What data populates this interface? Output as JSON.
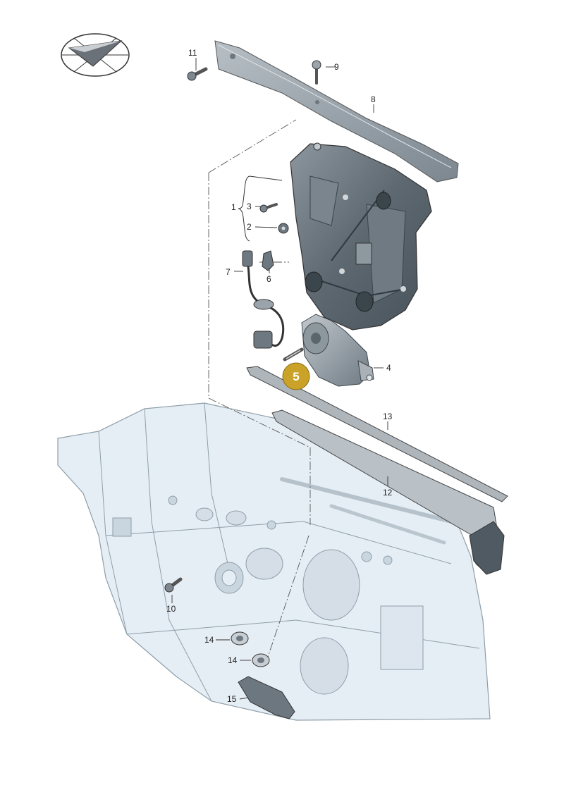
{
  "diagram": {
    "callouts": {
      "c1": "1",
      "c2": "2",
      "c3": "3",
      "c4": "4",
      "c6": "6",
      "c7": "7",
      "c8": "8",
      "c9": "9",
      "c10": "10",
      "c11": "11",
      "c12": "12",
      "c13": "13",
      "c14a": "14",
      "c14b": "14",
      "c15": "15"
    },
    "highlight": {
      "label": "5",
      "color": "#c9a227"
    },
    "colors": {
      "door_fill": "#e6eef5",
      "door_stroke": "#8e9ea8",
      "part_dark": "#5d6973",
      "part_mid": "#9aa4ac",
      "part_light": "#c9d0d5",
      "leader": "#333333"
    }
  }
}
